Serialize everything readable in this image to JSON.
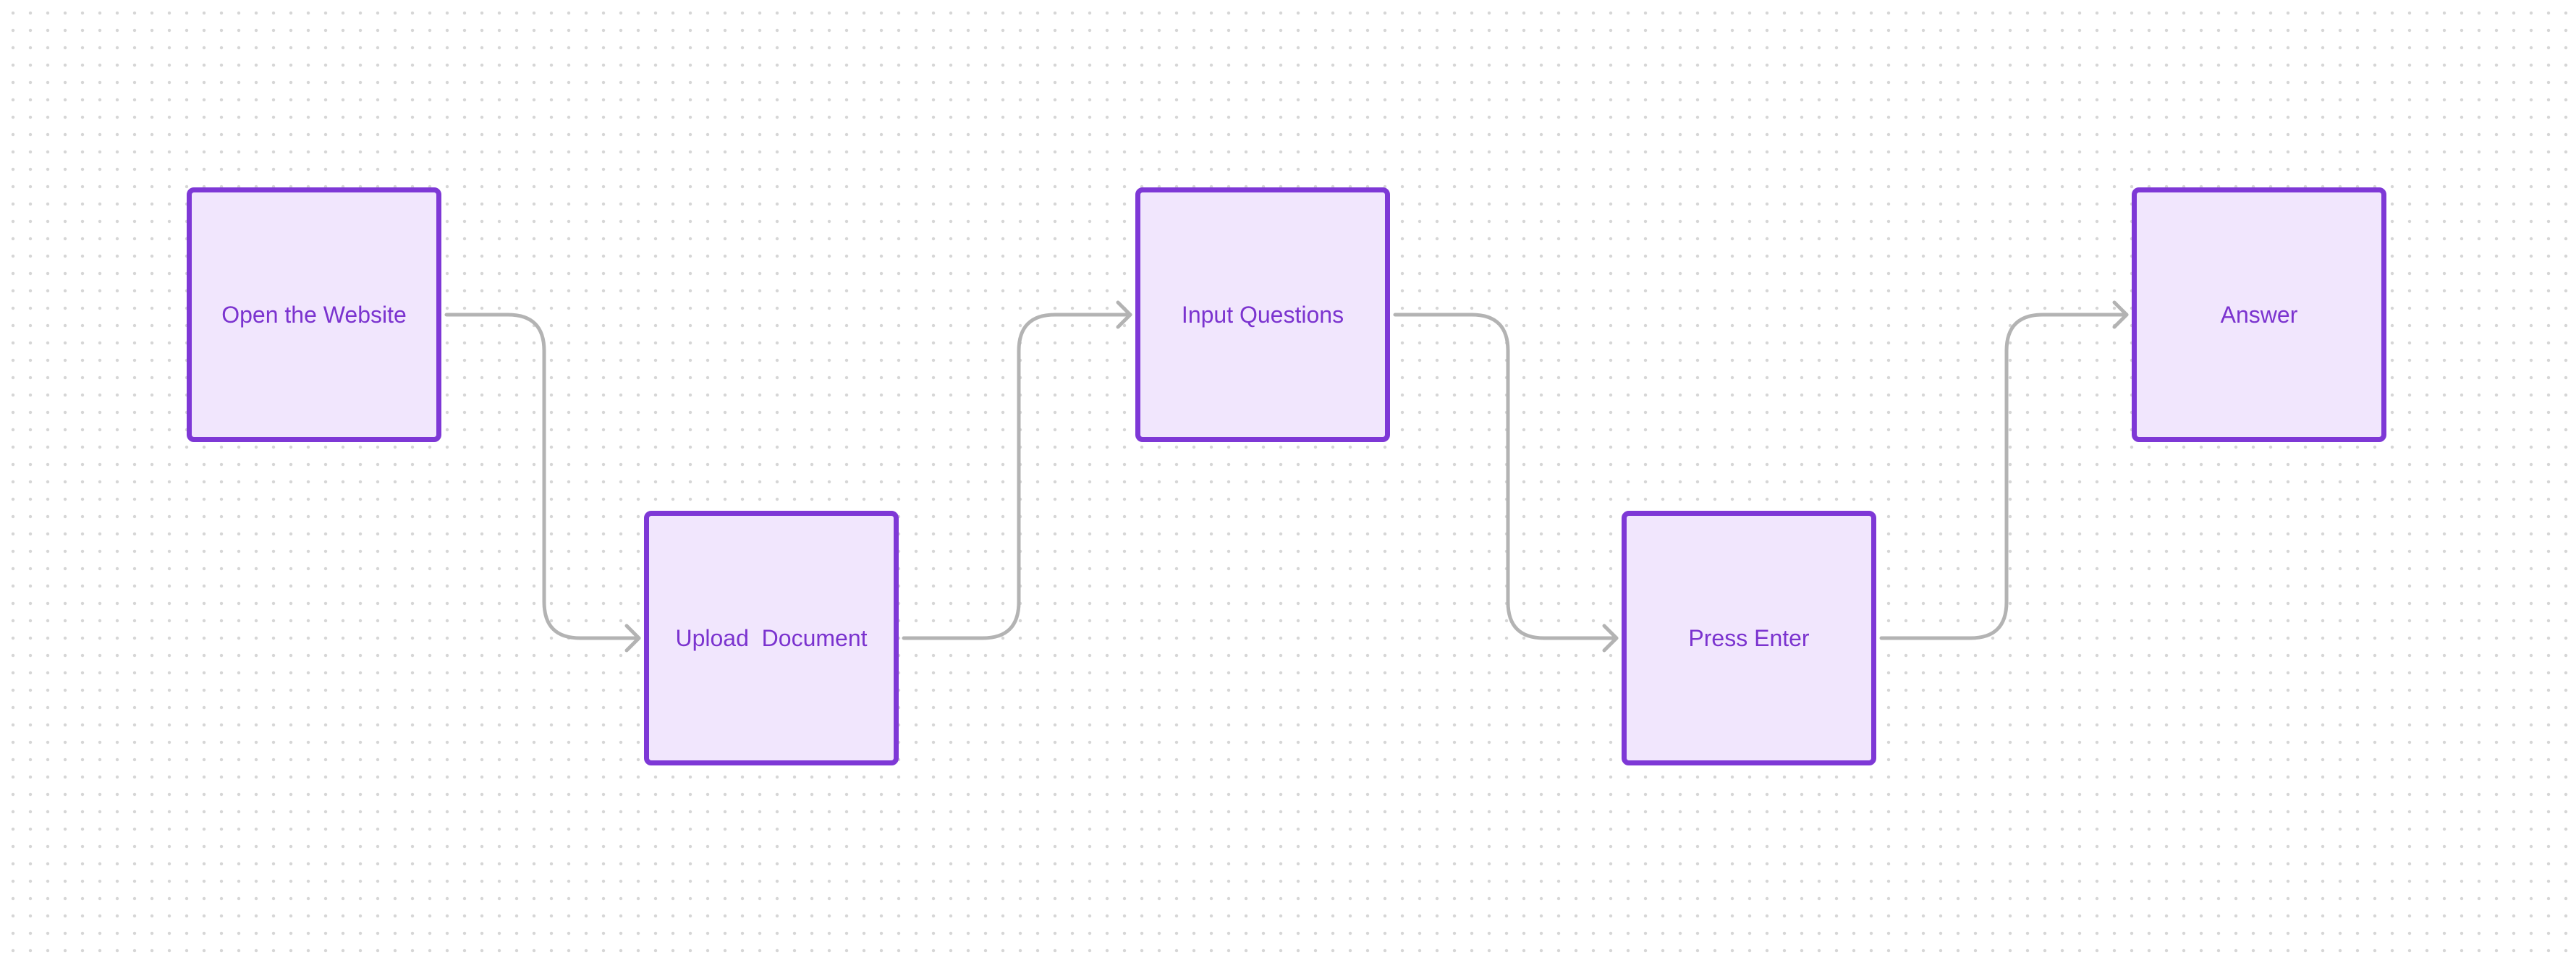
{
  "diagram": {
    "type": "flowchart",
    "direction": "left-to-right",
    "colors": {
      "background": "#ffffff",
      "grid_dot": "#d6d6d6",
      "node_fill": "#f1e6fd",
      "node_border": "#7e38d6",
      "node_text": "#7b33cf",
      "connector": "#b3b3b3"
    },
    "nodes": [
      {
        "id": "open",
        "label": "Open the Website"
      },
      {
        "id": "upload",
        "label": "Upload  Document"
      },
      {
        "id": "input",
        "label": "Input Questions"
      },
      {
        "id": "press",
        "label": "Press Enter"
      },
      {
        "id": "answer",
        "label": "Answer"
      }
    ],
    "edges": [
      {
        "from": "open",
        "to": "upload"
      },
      {
        "from": "upload",
        "to": "input"
      },
      {
        "from": "input",
        "to": "press"
      },
      {
        "from": "press",
        "to": "answer"
      }
    ]
  }
}
